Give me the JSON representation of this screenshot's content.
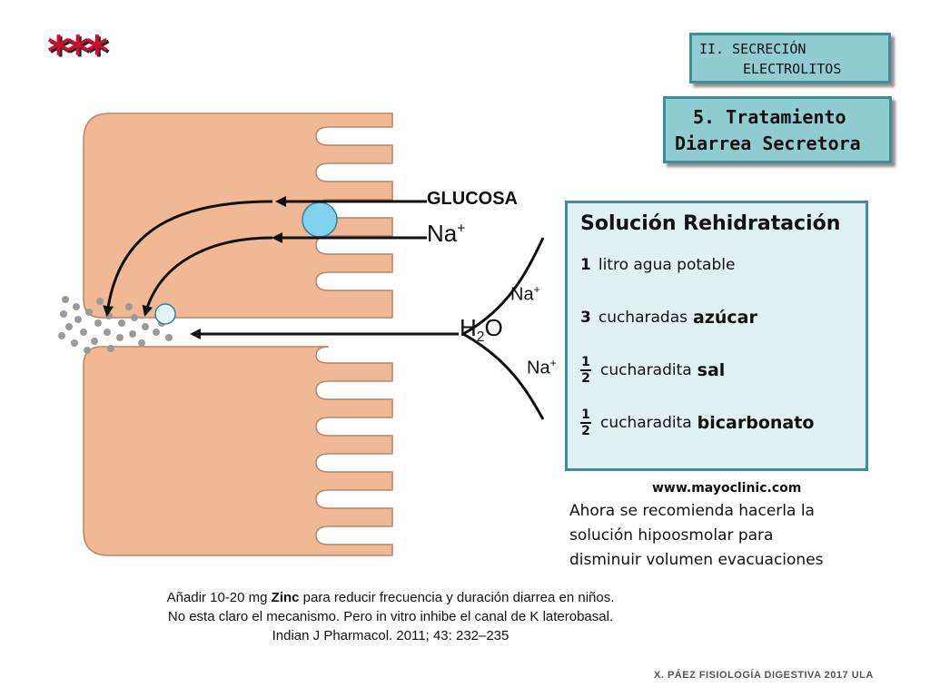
{
  "header": {
    "stars": "***"
  },
  "section": {
    "line1": "II. SECRECIÓN",
    "line2": "ELECTROLITOS"
  },
  "topic": {
    "line1": "5. Tratamiento",
    "line2": "Diarrea Secretora"
  },
  "diagram": {
    "glucose_label": "GLUCOSA",
    "na_label": "Na",
    "na_sup": "+",
    "water_label_prefix": "H",
    "water_label_sub": "2",
    "water_label_suffix": "O"
  },
  "recipe": {
    "title": "Solución Rehidratación",
    "items": [
      {
        "qty": "1",
        "text": "litro agua potable",
        "emphasis": ""
      },
      {
        "qty": "3",
        "text": "cucharadas",
        "emphasis": "azúcar"
      },
      {
        "qty_num": "1",
        "qty_den": "2",
        "text": "cucharadita",
        "emphasis": "sal"
      },
      {
        "qty_num": "1",
        "qty_den": "2",
        "text": "cucharadita",
        "emphasis": "bicarbonato"
      }
    ]
  },
  "source_url": "www.mayoclinic.com",
  "note": {
    "line1": "Ahora se recomienda hacerla la",
    "line2": "solución  hipoosmolar para",
    "line3": "disminuir volumen evacuaciones"
  },
  "zinc": {
    "line1_pre": "Añadir 10-20 mg ",
    "line1_bold": "Zinc",
    "line1_post": " para reducir frecuencia y duración diarrea en niños.",
    "line2": "No esta claro el mecanismo. Pero in vitro inhibe el canal de K laterobasal.",
    "line3": "Indian J Pharmacol. 2011; 43: 232–235"
  },
  "footer": "X. PÁEZ   FISIOLOGÍA DIGESTIVA 2017  ULA",
  "colors": {
    "cell": "#f0b894",
    "cell_outline": "#b98466",
    "bubble": "#7fd3ec",
    "accent_box": "#8fcdd3",
    "accent_border": "#3f8e97",
    "stars": "#c8102e"
  }
}
